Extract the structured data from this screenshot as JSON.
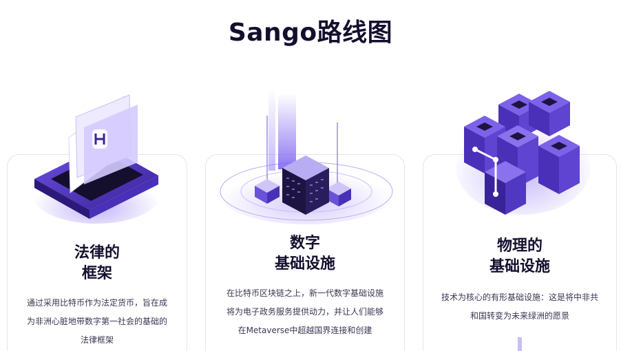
{
  "page": {
    "title": "Sango路线图"
  },
  "cards": [
    {
      "title_lines": [
        "法律的",
        "框架"
      ],
      "description": [
        "通过采用比特币作为法定货币，旨在成",
        "为非洲心脏地带数字第一社会的基础的",
        "法律框架"
      ]
    },
    {
      "title_lines": [
        "数字",
        "基础设施"
      ],
      "description": [
        "在比特币区块链之上，新一代数字基础设施",
        "将为电子政务服务提供动力，并让人们能够",
        "在Metaverse中超越国界连接和创建"
      ]
    },
    {
      "title_lines": [
        "物理的",
        "基础设施"
      ],
      "description": [
        "技术为核心的有形基础设施：这是将中非共",
        "和国转变为未来绿洲的愿景"
      ]
    }
  ],
  "colors": {
    "accent": "#5b3fd6",
    "accent_light": "#a89af0",
    "title": "#150f2e"
  },
  "icons": [
    "document-tray-icon",
    "server-cube-icon",
    "building-blocks-icon"
  ]
}
